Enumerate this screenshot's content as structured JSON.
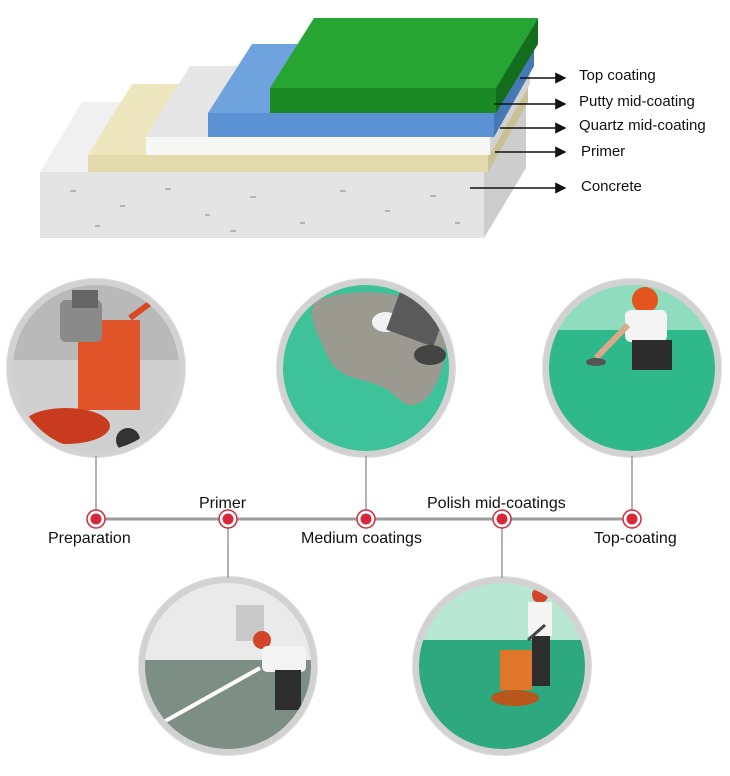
{
  "layers": {
    "top_coating": "Top coating",
    "putty_mid_coating": "Putty mid-coating",
    "quartz_mid_coating": "Quartz mid-coating",
    "primer": "Primer",
    "concrete": "Concrete"
  },
  "process": {
    "preparation": "Preparation",
    "primer": "Primer",
    "medium_coatings": "Medium coatings",
    "polish_mid_coatings": "Polish mid-coatings",
    "top_coating": "Top-coating"
  },
  "colors": {
    "top_green": "#1f9a2a",
    "putty_blue": "#5b92d3",
    "quartz_white": "#f4f4f2",
    "primer_beige": "#e9e2b6",
    "concrete_grey": "#e6e6e6",
    "epoxy_green": "#3cc39a",
    "node_red": "#d6283a",
    "timeline_grey": "#9b9b9b"
  },
  "photos": [
    {
      "name": "photo-preparation-grinder",
      "icon": "floor-grinder"
    },
    {
      "name": "photo-medium-coatings-trowel",
      "icon": "hand-trowel"
    },
    {
      "name": "photo-top-coating-worker",
      "icon": "worker-kneeling"
    },
    {
      "name": "photo-primer-roller",
      "icon": "worker-roller"
    },
    {
      "name": "photo-polish-grinder",
      "icon": "worker-polisher"
    }
  ]
}
